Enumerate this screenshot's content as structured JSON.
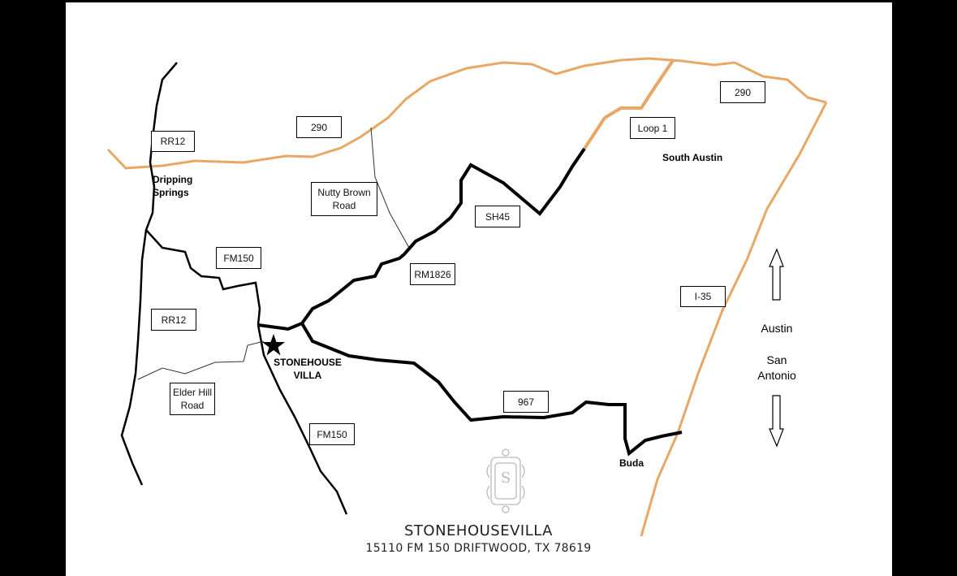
{
  "roads": {
    "rr12_north": "RR12",
    "us290_west": "290",
    "us290_east": "290",
    "loop1": "Loop 1",
    "nutty_brown": "Nutty Brown Road",
    "sh45": "SH45",
    "fm150_north": "FM150",
    "rm1826": "RM1826",
    "rr12_south": "RR12",
    "i35": "I-35",
    "elder_hill": "Elder Hill Road",
    "fm967": "967",
    "fm150_south": "FM150"
  },
  "places": {
    "dripping_springs": "Dripping Springs",
    "south_austin": "South Austin",
    "stonehouse": "STONEHOUSE VILLA",
    "buda": "Buda"
  },
  "directions": {
    "north": "Austin",
    "south": "San Antonio"
  },
  "logo": {
    "letter": "S"
  },
  "footer": {
    "name": "STONEHOUSEVILLA",
    "address": "15110 FM 150 DRIFTWOOD, TX 78619"
  },
  "colors": {
    "highway": "#E8A765",
    "road": "#000000",
    "minor_road": "#333333",
    "background": "#FFFFFF",
    "frame": "#000000",
    "logo": "#BBBBBB"
  }
}
